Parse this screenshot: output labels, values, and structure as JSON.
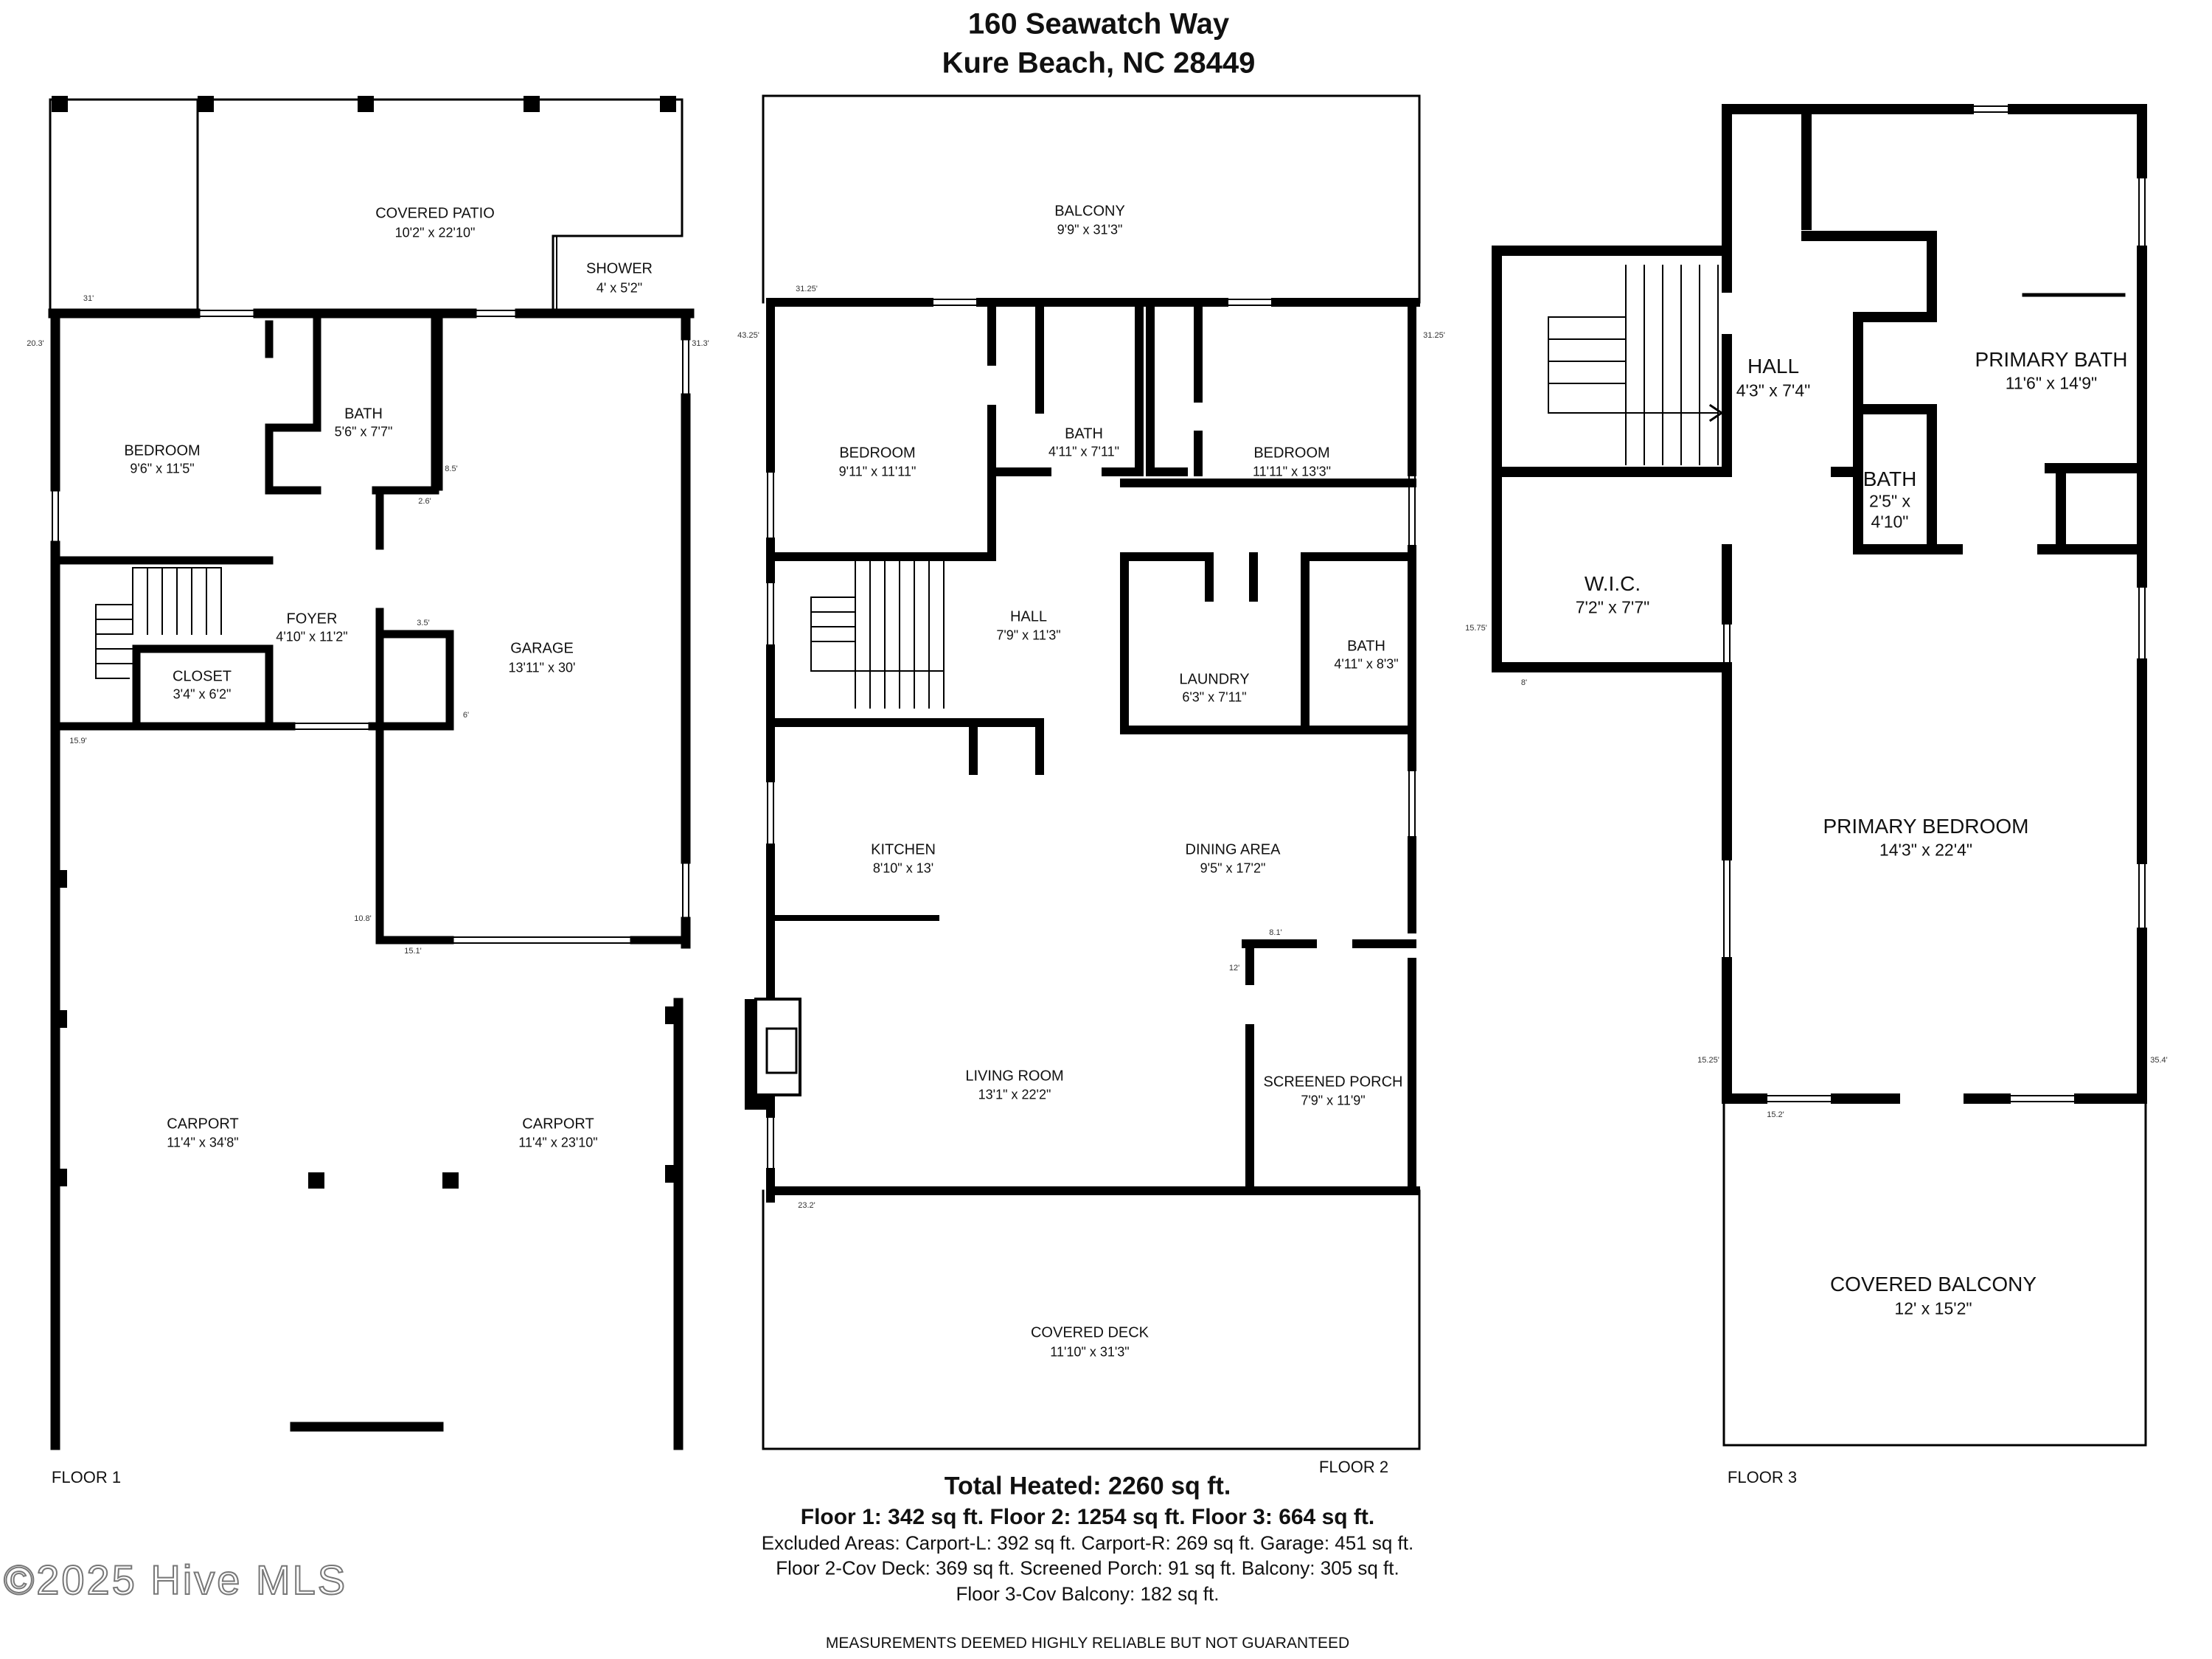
{
  "header": {
    "line1": "160 Seawatch Way",
    "line2": "Kure Beach, NC 28449"
  },
  "floor1": {
    "label": "FLOOR 1",
    "rooms": {
      "covered_patio": {
        "name": "COVERED PATIO",
        "dim": "10'2\" x 22'10\""
      },
      "shower": {
        "name": "SHOWER",
        "dim": "4' x 5'2\""
      },
      "bedroom": {
        "name": "BEDROOM",
        "dim": "9'6\" x 11'5\""
      },
      "bath": {
        "name": "BATH",
        "dim": "5'6\" x 7'7\""
      },
      "foyer": {
        "name": "FOYER",
        "dim": "4'10\" x 11'2\""
      },
      "closet": {
        "name": "CLOSET",
        "dim": "3'4\" x 6'2\""
      },
      "garage": {
        "name": "GARAGE",
        "dim": "13'11\" x 30'"
      },
      "carport_l": {
        "name": "CARPORT",
        "dim": "11'4\" x 34'8\""
      },
      "carport_r": {
        "name": "CARPORT",
        "dim": "11'4\" x 23'10\""
      }
    },
    "measures": [
      "31'",
      "20.3'",
      "31.3'",
      "8.5'",
      "2.6'",
      "3.5'",
      "6'",
      "15.9'",
      "10.8'",
      "15.1'"
    ]
  },
  "floor2": {
    "label": "FLOOR 2",
    "rooms": {
      "balcony": {
        "name": "BALCONY",
        "dim": "9'9\" x 31'3\""
      },
      "bedroom_l": {
        "name": "BEDROOM",
        "dim": "9'11\" x 11'11\""
      },
      "bath_top": {
        "name": "BATH",
        "dim": "4'11\" x 7'11\""
      },
      "bedroom_r": {
        "name": "BEDROOM",
        "dim": "11'11\" x 13'3\""
      },
      "hall": {
        "name": "HALL",
        "dim": "7'9\" x 11'3\""
      },
      "laundry": {
        "name": "LAUNDRY",
        "dim": "6'3\" x 7'11\""
      },
      "bath_r": {
        "name": "BATH",
        "dim": "4'11\" x 8'3\""
      },
      "kitchen": {
        "name": "KITCHEN",
        "dim": "8'10\" x 13'"
      },
      "dining": {
        "name": "DINING AREA",
        "dim": "9'5\" x 17'2\""
      },
      "living": {
        "name": "LIVING ROOM",
        "dim": "13'1\" x 22'2\""
      },
      "porch": {
        "name": "SCREENED PORCH",
        "dim": "7'9\" x 11'9\""
      },
      "deck": {
        "name": "COVERED DECK",
        "dim": "11'10\" x 31'3\""
      }
    },
    "measures": [
      "31.25'",
      "43.25'",
      "31.25'",
      "8.1'",
      "12'",
      "23.2'"
    ]
  },
  "floor3": {
    "label": "FLOOR 3",
    "rooms": {
      "hall": {
        "name": "HALL",
        "dim": "4'3\" x 7'4\""
      },
      "primary_bath": {
        "name": "PRIMARY BATH",
        "dim": "11'6\" x 14'9\""
      },
      "bath": {
        "name": "BATH",
        "dim1": "2'5\" x",
        "dim2": "4'10\""
      },
      "wic": {
        "name": "W.I.C.",
        "dim": "7'2\" x 7'7\""
      },
      "primary_bedroom": {
        "name": "PRIMARY BEDROOM",
        "dim": "14'3\" x 22'4\""
      },
      "covered_balcony": {
        "name": "COVERED BALCONY",
        "dim": "12' x 15'2\""
      }
    },
    "measures": [
      "15.75'",
      "8'",
      "15.25'",
      "35.4'",
      "15.2'"
    ]
  },
  "totals": {
    "heated": "Total Heated: 2260 sq ft.",
    "floors": "Floor 1: 342 sq ft. Floor 2: 1254 sq ft. Floor 3: 664 sq ft.",
    "excluded1": "Excluded Areas: Carport-L: 392 sq ft. Carport-R: 269 sq ft. Garage: 451 sq ft.",
    "excluded2": "Floor 2-Cov Deck: 369 sq ft. Screened Porch: 91 sq ft. Balcony: 305 sq ft.",
    "excluded3": "Floor 3-Cov Balcony: 182 sq ft."
  },
  "disclaimer": "MEASUREMENTS DEEMED HIGHLY RELIABLE BUT NOT GUARANTEED",
  "copyright": "©2025 Hive MLS"
}
